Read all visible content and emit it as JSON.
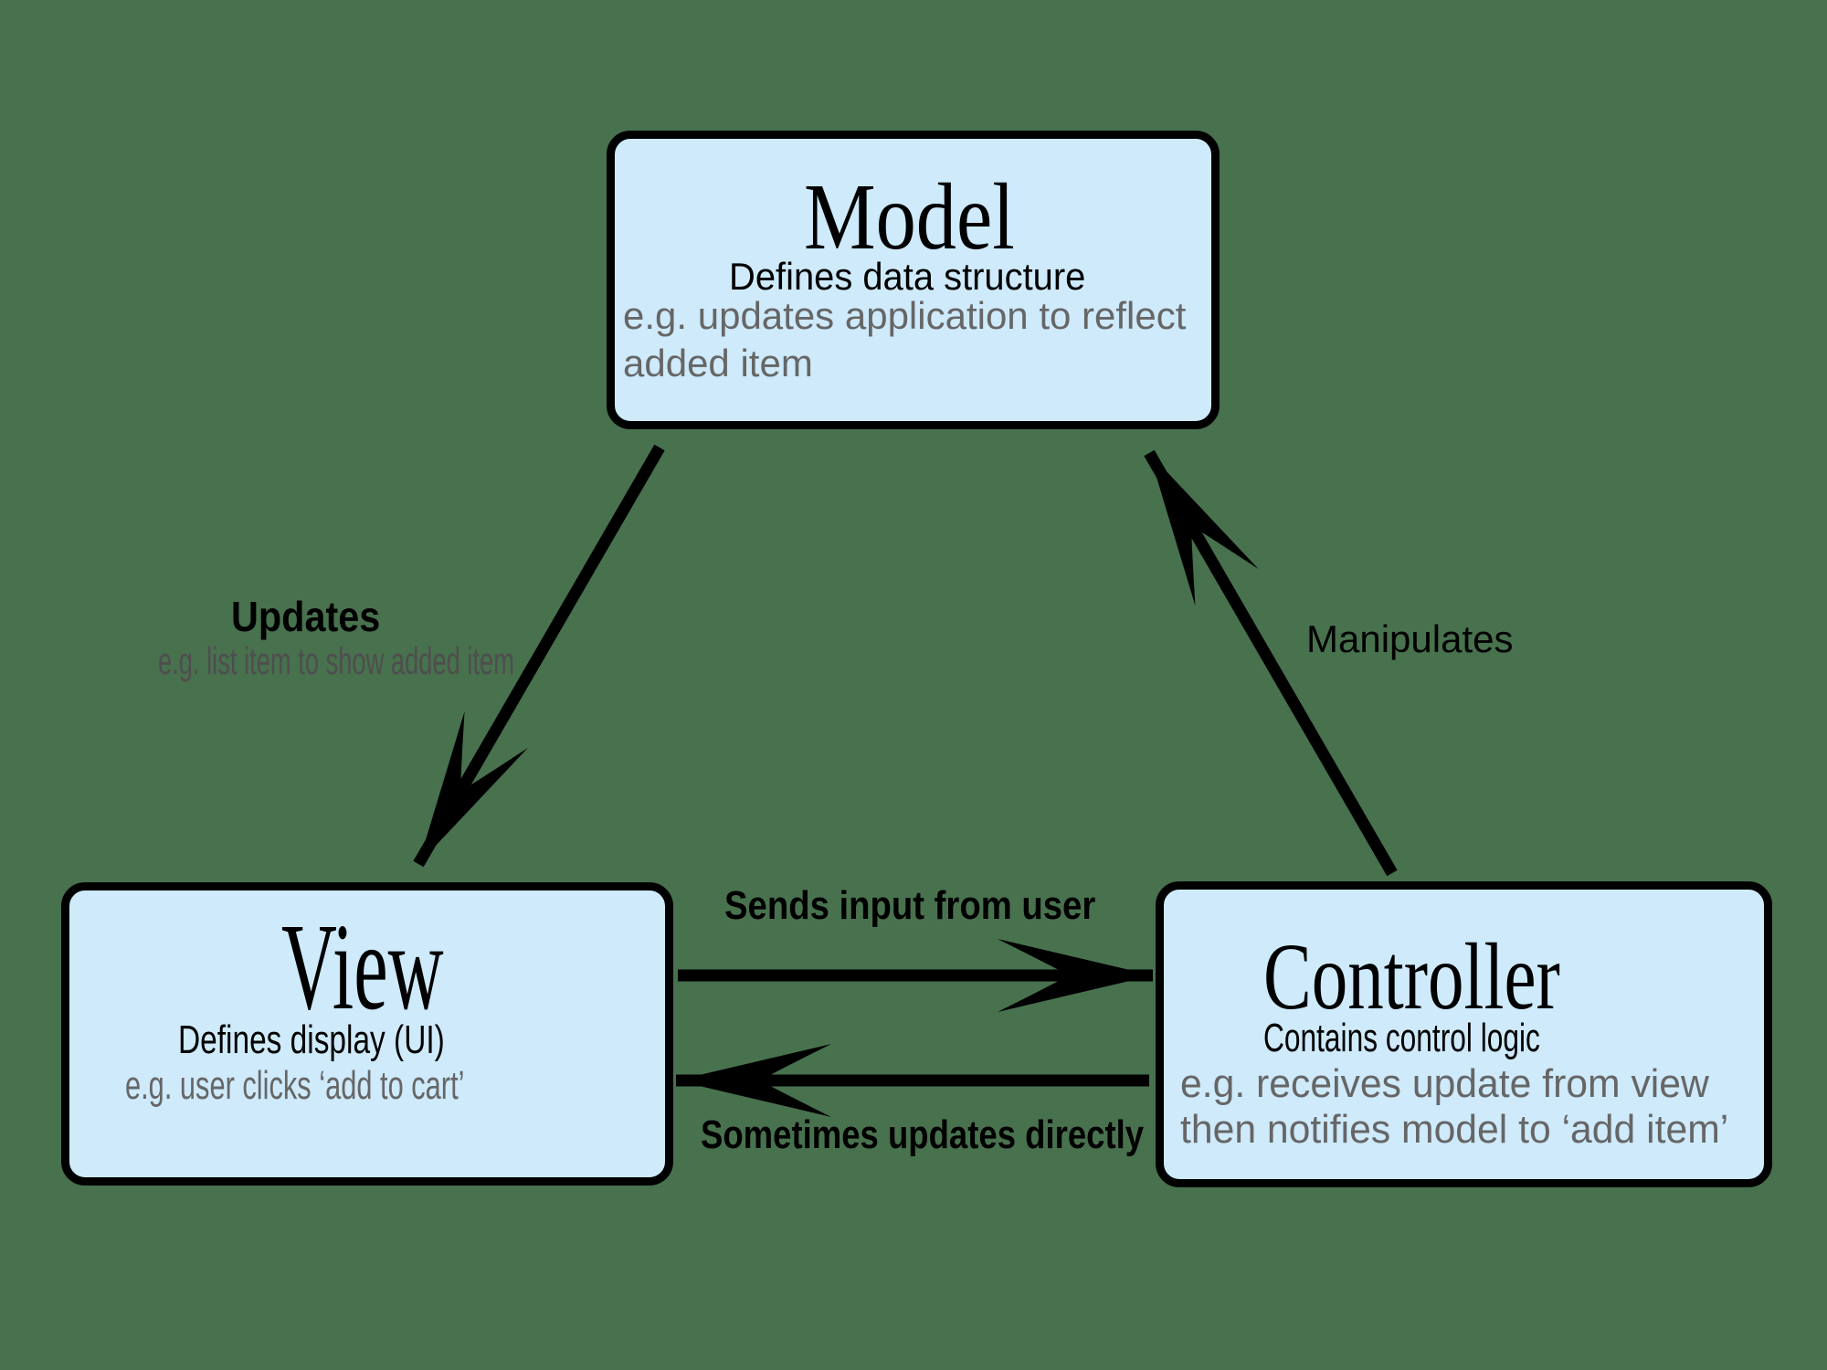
{
  "canvas": {
    "background_color": "#48714E",
    "box_fill_color": "#CEEAFB",
    "outline_color": "#000000",
    "example_text_color": "#666666",
    "arrow_sublabel_color": "#4E4E4E"
  },
  "boxes": {
    "model": {
      "title": "Model",
      "subtitle": "Defines data structure",
      "example_line1": "e.g. updates application to reflect",
      "example_line2": "added item"
    },
    "view": {
      "title": "View",
      "subtitle": "Defines display (UI)",
      "example": "e.g. user clicks ‘add to cart’"
    },
    "controller": {
      "title": "Controller",
      "subtitle": "Contains control logic",
      "example_line1": "e.g. receives update from view",
      "example_line2": "then notifies model to ‘add item’"
    }
  },
  "arrows": {
    "model_to_view": {
      "label": "Updates",
      "sublabel": "e.g. list item to show added item"
    },
    "controller_to_model": {
      "label": "Manipulates"
    },
    "view_to_controller": {
      "label": "Sends input from user"
    },
    "controller_to_view": {
      "label": "Sometimes updates directly"
    }
  }
}
